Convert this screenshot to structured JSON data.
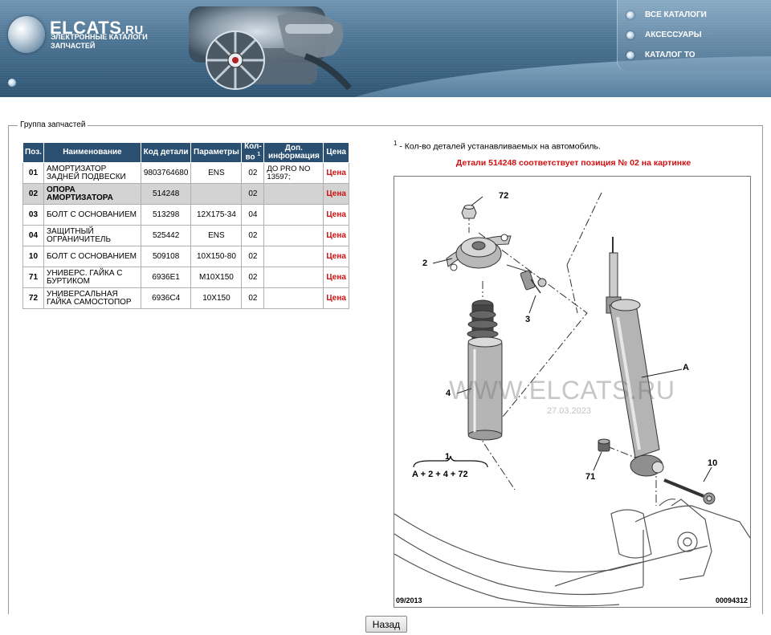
{
  "header": {
    "logo_title": "ELCATS",
    "logo_suffix": ".RU",
    "logo_sub_1": "ЭЛЕКТРОННЫЕ КАТАЛОГИ",
    "logo_sub_2": "ЗАПЧАСТЕЙ",
    "nav": [
      {
        "label": "ВСЕ КАТАЛОГИ"
      },
      {
        "label": "АКСЕССУАРЫ"
      },
      {
        "label": "КАТАЛОГ ТО"
      }
    ]
  },
  "group": {
    "legend": "Группа запчастей"
  },
  "table": {
    "headers": [
      "Поз.",
      "Наименование",
      "Код детали",
      "Параметры",
      "Кол-во",
      "Доп. информация",
      "Цена"
    ],
    "qty_header_1": "Кол-",
    "qty_header_2": "во",
    "qty_header_sup": "1",
    "info_header_1": "Доп.",
    "info_header_2": "информация",
    "rows": [
      {
        "pos": "01",
        "name_1": "АМОРТИЗАТОР",
        "name_2": "ЗАДНЕЙ ПОДВЕСКИ",
        "code": "9803764680",
        "params": "ENS",
        "qty": "02",
        "info_1": "ДО PRO NO",
        "info_2": "13597;",
        "price": "Цена"
      },
      {
        "pos": "02",
        "name_1": "ОПОРА",
        "name_2": "АМОРТИЗАТОРА",
        "code": "514248",
        "params": "",
        "qty": "02",
        "info_1": "",
        "info_2": "",
        "price": "Цена"
      },
      {
        "pos": "03",
        "name_1": "БОЛТ С ОСНОВАНИЕМ",
        "name_2": "",
        "code": "513298",
        "params": "12X175-34",
        "qty": "04",
        "info_1": "",
        "info_2": "",
        "price": "Цена"
      },
      {
        "pos": "04",
        "name_1": "ЗАЩИТНЫЙ",
        "name_2": "ОГРАНИЧИТЕЛЬ",
        "code": "525442",
        "params": "ENS",
        "qty": "02",
        "info_1": "",
        "info_2": "",
        "price": "Цена"
      },
      {
        "pos": "10",
        "name_1": "БОЛТ С ОСНОВАНИЕМ",
        "name_2": "",
        "code": "509108",
        "params": "10X150-80",
        "qty": "02",
        "info_1": "",
        "info_2": "",
        "price": "Цена"
      },
      {
        "pos": "71",
        "name_1": "УНИВЕРС. ГАЙКА С",
        "name_2": "БУРТИКОМ",
        "code": "6936E1",
        "params": "M10X150",
        "qty": "02",
        "info_1": "",
        "info_2": "",
        "price": "Цена"
      },
      {
        "pos": "72",
        "name_1": "УНИВЕРСАЛЬНАЯ",
        "name_2": "ГАЙКА САМОСТОПОР",
        "code": "6936C4",
        "params": "10X150",
        "qty": "02",
        "info_1": "",
        "info_2": "",
        "price": "Цена"
      }
    ]
  },
  "note": {
    "sup": "1",
    "text": " - Кол-во деталей устанавливаемых на автомобиль."
  },
  "match_text": "Детали 514248 соответствует позиция № 02 на картинке",
  "diagram": {
    "watermark": "WWW.ELCATS.RU",
    "watermark_date": "27.03.2023",
    "date": "09/2013",
    "code": "00094312",
    "labels": {
      "l72": "72",
      "l2": "2",
      "l3": "3",
      "l4": "4",
      "lA": "A",
      "l1": "1",
      "formula": "A + 2 + 4 + 72",
      "l71": "71",
      "l10": "10"
    }
  },
  "back_button": "Назад"
}
